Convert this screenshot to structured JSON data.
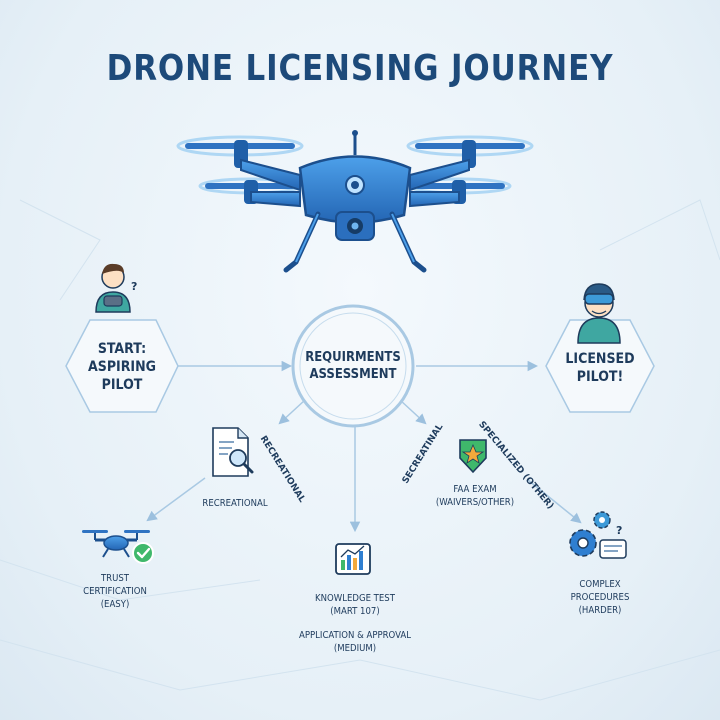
{
  "title": "DRONE LICENSING JOURNEY",
  "nodes": {
    "start": "START:\nASPIRING\nPILOT",
    "assessment": "REQUIRMENTS\nASSESSMENT",
    "licensed": "LICENSED\nPILOT!"
  },
  "branch_labels": {
    "recreational_rotated": "RECREATIONAL",
    "recreational_caption": "RECREATIONAL",
    "sectional_rotated": "SECREATINAL",
    "specialized_rotated": "SPECIALIZED (OTHER)"
  },
  "outcomes": {
    "trust": "TRUST\nCERTIFICATION\n(EASY)",
    "knowledge": "KNOWLEDGE TEST\n(MART 107)",
    "application": "APPLICATION & APPROVAL\n(MEDIUM)",
    "faa": "FAA EXAM\n(WAIVERS/OTHER)",
    "complex": "COMPLEX\nPROCEDURES\n(HARDER)"
  },
  "icons": {
    "drone_main": "quadcopter-drone-icon",
    "aspiring_pilot": "pilot-with-controller-icon",
    "licensed_pilot": "pilot-with-vr-headset-icon",
    "document": "document-magnifier-icon",
    "small_drone": "small-drone-icon",
    "check": "check-badge-icon",
    "chart": "chart-monitor-icon",
    "badge": "star-shield-badge-icon",
    "gears": "gears-settings-icon"
  },
  "colors": {
    "primary": "#2f7fd1",
    "dark": "#1d4a7a",
    "accent_green": "#3fb86b",
    "accent_orange": "#f2a93b",
    "connector": "#a9c9e3"
  }
}
